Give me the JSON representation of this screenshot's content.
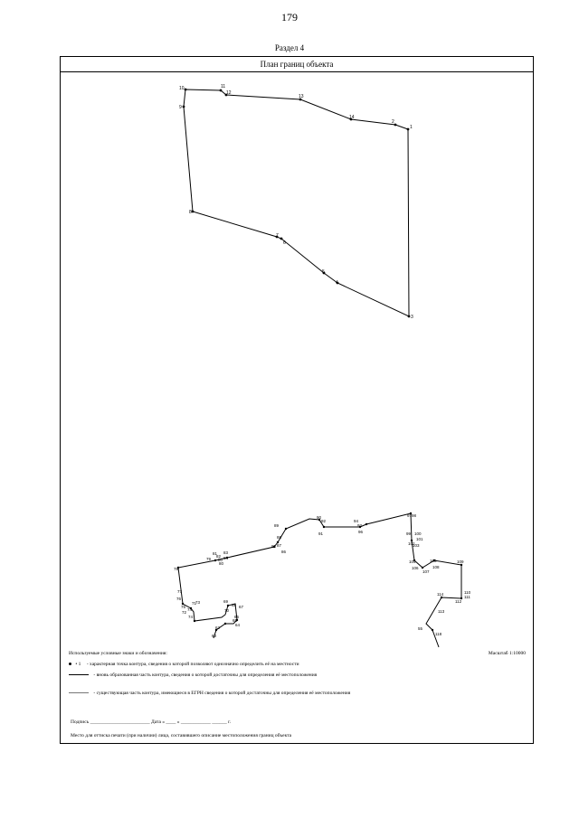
{
  "page": {
    "number": "179",
    "section": "Раздел 4"
  },
  "frame": {
    "title": "План границ объекта"
  },
  "plan": {
    "upper_contour_labels": [
      "10",
      "11",
      "12",
      "13",
      "14",
      "2",
      "1",
      "3",
      "4",
      "5",
      "6",
      "7",
      "8",
      "9"
    ],
    "lower_contour_labels": [
      "90",
      "91",
      "92",
      "93",
      "94",
      "95",
      "96",
      "97",
      "98",
      "99",
      "100",
      "101",
      "102",
      "103",
      "104",
      "105",
      "106",
      "107",
      "108",
      "109",
      "110",
      "111",
      "112",
      "113",
      "114",
      "115",
      "116",
      "117",
      "118",
      "85",
      "86",
      "87",
      "88",
      "89",
      "80",
      "81",
      "82",
      "83",
      "84",
      "75",
      "76",
      "77",
      "78",
      "79",
      "70",
      "71",
      "72",
      "73",
      "74",
      "65",
      "66",
      "67",
      "68",
      "69",
      "60",
      "61",
      "62",
      "63",
      "64"
    ]
  },
  "legend": {
    "heading": "Используемые условные знаки и обозначения:",
    "scale": "Масштаб 1:10000",
    "items": [
      {
        "symbol": "point",
        "label": "• 1",
        "text": "- характерная точка контура, сведения о которой позволяют однозначно определить её на местности"
      },
      {
        "symbol": "line",
        "text": "- вновь образованная часть контура, сведения о которой достаточны для определения её местоположения"
      },
      {
        "symbol": "line-grey",
        "text": "- существующая часть контура, имеющиеся в ЕГРН сведения о которой достаточны для определения её местоположения"
      }
    ],
    "signature": "Подпись ________________________ Дата « ____ » ____________ ______ г.",
    "stamp": "Место для оттиска печати (при наличии) лица, составившего описание местоположения границ объекта"
  },
  "colors": {
    "line": "#000000",
    "frame": "#000000",
    "grey_line": "#777777"
  }
}
